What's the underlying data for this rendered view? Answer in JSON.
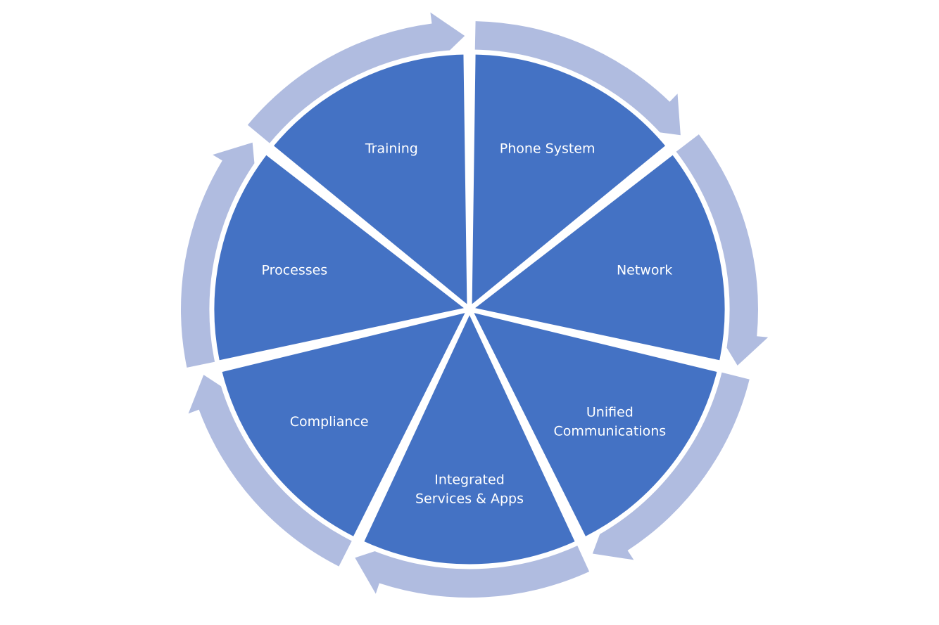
{
  "diagram": {
    "type": "cycle",
    "colors": {
      "segment_fill": "#4472C4",
      "arrow_fill": "#B0BCE0",
      "background": "#FFFFFF",
      "label_text": "#FFFFFF"
    },
    "segments": [
      {
        "id": "phone-system",
        "lines": [
          "Phone System"
        ]
      },
      {
        "id": "network",
        "lines": [
          "Network"
        ]
      },
      {
        "id": "unified-communications",
        "lines": [
          "Unified",
          "Communications"
        ]
      },
      {
        "id": "integrated-services-apps",
        "lines": [
          "Integrated",
          "Services & Apps"
        ]
      },
      {
        "id": "compliance",
        "lines": [
          "Compliance"
        ]
      },
      {
        "id": "processes",
        "lines": [
          "Processes"
        ]
      },
      {
        "id": "training",
        "lines": [
          "Training"
        ]
      }
    ]
  }
}
